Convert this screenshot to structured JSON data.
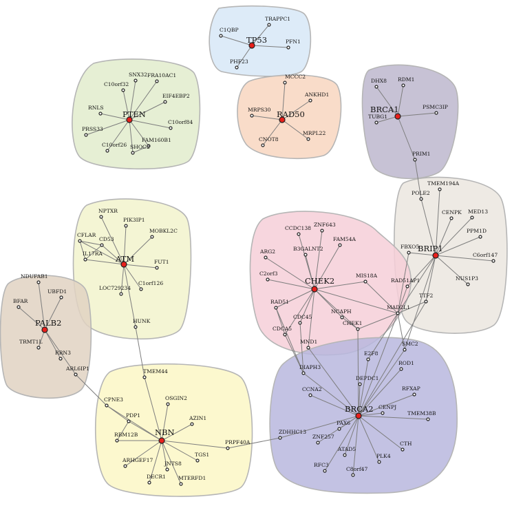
{
  "clusters": [
    {
      "id": "TP53",
      "color": "#d7e8f7"
    },
    {
      "id": "RAD50",
      "color": "#f8d6c0"
    },
    {
      "id": "BRCA1",
      "color": "#bdb7ce"
    },
    {
      "id": "PTEN",
      "color": "#e2eccc"
    },
    {
      "id": "ATM",
      "color": "#f2f3cd"
    },
    {
      "id": "CHEK2",
      "color": "#f6cfd8"
    },
    {
      "id": "BRIP1",
      "color": "#ebe6df"
    },
    {
      "id": "PALB2",
      "color": "#e1d2c2"
    },
    {
      "id": "NBN",
      "color": "#fbf7c6"
    },
    {
      "id": "BRCA2",
      "color": "#b8b7de"
    }
  ],
  "hubs": [
    "TP53",
    "RAD50",
    "BRCA1",
    "PTEN",
    "ATM",
    "CHEK2",
    "BRIP1",
    "PALB2",
    "NBN",
    "BRCA2"
  ],
  "nodes": {
    "TP53": "TP53",
    "C1QBP": "C1QBP",
    "TRAPPC1": "TRAPPC1",
    "PFN1": "PFN1",
    "PHF23": "PHF23",
    "RAD50": "RAD50",
    "MCCC2": "MCCC2",
    "ANKHD1": "ANKHD1",
    "MRPS30": "MRPS30",
    "CNOT8": "CNOT8",
    "MRPL22": "MRPL22",
    "BRCA1": "BRCA1",
    "DHX8": "DHX8",
    "RDM1": "RDM1",
    "PSMC3IP": "PSMC3IP",
    "TUBG1": "TUBG1",
    "PRIM1": "PRIM1",
    "PTEN": "PTEN",
    "SNX32": "SNX32",
    "FRA10AC1": "FRA10AC1",
    "C10orf32": "C10orf32",
    "EIF4EBP2": "EIF4EBP2",
    "RNLS": "RNLS",
    "C10orf84": "C10orf84",
    "PRSS33": "PRSS33",
    "FAM160B1": "FAM160B1",
    "C10orf26": "C10orf26",
    "SHOC2": "SHOC2",
    "ATM": "ATM",
    "NPTXR": "NPTXR",
    "PIK3IP1": "PIK3IP1",
    "CFLAR": "CFLAR",
    "CD53": "CD53",
    "MOBKL2C": "MOBKL2C",
    "IL17RA": "IL17RA",
    "FUT1": "FUT1",
    "LOC729234": "LOC729234",
    "C1orf126": "C1orf126",
    "HUNK": "HUNK",
    "PALB2": "PALB2",
    "NDUFAB1": "NDUFAB1",
    "UBFD1": "UBFD1",
    "BFAR": "BFAR",
    "TRMT1L": "TRMT1L",
    "RRN3": "RRN3",
    "ARL6IP1": "ARL6IP1",
    "CHEK2": "CHEK2",
    "CCDC138": "CCDC138",
    "ZNF643": "ZNF643",
    "FAM54A": "FAM54A",
    "ARG2": "ARG2",
    "B3GALNT2": "B3GALNT2",
    "C2orf3": "C2orf3",
    "MIS18A": "MIS18A",
    "RAD51": "RAD51",
    "CDC45": "CDC45",
    "NCAPH": "NCAPH",
    "CDCA5": "CDCA5",
    "MND1": "MND1",
    "CHEK1": "CHEK1",
    "BRIP1": "BRIP1",
    "TMEM194A": "TMEM194A",
    "POLE2": "POLE2",
    "CENPK": "CENPK",
    "MED13": "MED13",
    "PPM1D": "PPM1D",
    "FBXO5": "FBXO5",
    "C6orf147": "C6orf147",
    "RAD51AP1": "RAD51AP1",
    "NUS1P3": "NUS1P3",
    "TTF2": "TTF2",
    "MAD2L1": "MAD2L1",
    "BRCA2": "BRCA2",
    "E2F8": "E2F8",
    "SMC2": "SMC2",
    "DIAPH3": "DIAPH3",
    "ROD1": "ROD1",
    "DEPDC1": "DEPDC1",
    "CCNA2": "CCNA2",
    "RFXAP": "RFXAP",
    "CENPJ": "CENPJ",
    "TMEM38B": "TMEM38B",
    "ZDHHC13": "ZDHHC13",
    "PAX6": "PAX6",
    "ZNF257": "ZNF257",
    "CTH": "CTH",
    "ATAD5": "ATAD5",
    "PLK4": "PLK4",
    "RFC3": "RFC3",
    "C8orf47": "C8orf47",
    "NBN": "NBN",
    "TMEM44": "TMEM44",
    "CPNE3": "CPNE3",
    "OSGIN2": "OSGIN2",
    "PDP1": "PDP1",
    "AZIN1": "AZIN1",
    "RBM12B": "RBM12B",
    "PRPF40A": "PRPF40A",
    "ARHGEF17": "ARHGEF17",
    "TGS1": "TGS1",
    "JNTS8": "JNTS8",
    "DECR1": "DECR1",
    "MTERFD1": "MTERFD1"
  },
  "edges": [
    [
      "TP53",
      "C1QBP"
    ],
    [
      "TP53",
      "TRAPPC1"
    ],
    [
      "TP53",
      "PFN1"
    ],
    [
      "TP53",
      "PHF23"
    ],
    [
      "RAD50",
      "MCCC2"
    ],
    [
      "RAD50",
      "ANKHD1"
    ],
    [
      "RAD50",
      "MRPS30"
    ],
    [
      "RAD50",
      "CNOT8"
    ],
    [
      "RAD50",
      "MRPL22"
    ],
    [
      "BRCA1",
      "DHX8"
    ],
    [
      "BRCA1",
      "RDM1"
    ],
    [
      "BRCA1",
      "PSMC3IP"
    ],
    [
      "BRCA1",
      "TUBG1"
    ],
    [
      "BRCA1",
      "PRIM1"
    ],
    [
      "PTEN",
      "SNX32"
    ],
    [
      "PTEN",
      "FRA10AC1"
    ],
    [
      "PTEN",
      "C10orf32"
    ],
    [
      "PTEN",
      "EIF4EBP2"
    ],
    [
      "PTEN",
      "RNLS"
    ],
    [
      "PTEN",
      "C10orf84"
    ],
    [
      "PTEN",
      "PRSS33"
    ],
    [
      "PTEN",
      "FAM160B1"
    ],
    [
      "PTEN",
      "C10orf26"
    ],
    [
      "PTEN",
      "SHOC2"
    ],
    [
      "SHOC2",
      "FAM160B1"
    ],
    [
      "ATM",
      "NPTXR"
    ],
    [
      "ATM",
      "PIK3IP1"
    ],
    [
      "ATM",
      "CFLAR"
    ],
    [
      "ATM",
      "CD53"
    ],
    [
      "ATM",
      "MOBKL2C"
    ],
    [
      "ATM",
      "IL17RA"
    ],
    [
      "ATM",
      "FUT1"
    ],
    [
      "ATM",
      "LOC729234"
    ],
    [
      "ATM",
      "C1orf126"
    ],
    [
      "ATM",
      "HUNK"
    ],
    [
      "CFLAR",
      "CD53"
    ],
    [
      "CFLAR",
      "IL17RA"
    ],
    [
      "CD53",
      "IL17RA"
    ],
    [
      "PALB2",
      "NDUFAB1"
    ],
    [
      "PALB2",
      "UBFD1"
    ],
    [
      "PALB2",
      "BFAR"
    ],
    [
      "PALB2",
      "TRMT1L"
    ],
    [
      "PALB2",
      "RRN3"
    ],
    [
      "PALB2",
      "ARL6IP1"
    ],
    [
      "CHEK2",
      "CCDC138"
    ],
    [
      "CHEK2",
      "ZNF643"
    ],
    [
      "CHEK2",
      "FAM54A"
    ],
    [
      "CHEK2",
      "ARG2"
    ],
    [
      "CHEK2",
      "B3GALNT2"
    ],
    [
      "CHEK2",
      "C2orf3"
    ],
    [
      "CHEK2",
      "MIS18A"
    ],
    [
      "CHEK2",
      "RAD51"
    ],
    [
      "CHEK2",
      "CDC45"
    ],
    [
      "CHEK2",
      "NCAPH"
    ],
    [
      "CHEK2",
      "CDCA5"
    ],
    [
      "CHEK2",
      "MND1"
    ],
    [
      "CHEK2",
      "CHEK1"
    ],
    [
      "CHEK2",
      "MAD2L1"
    ],
    [
      "RAD51",
      "CDCA5"
    ],
    [
      "RAD51",
      "DIAPH3"
    ],
    [
      "CDC45",
      "DIAPH3"
    ],
    [
      "CDCA5",
      "DIAPH3"
    ],
    [
      "NCAPH",
      "CHEK1"
    ],
    [
      "BRIP1",
      "TMEM194A"
    ],
    [
      "BRIP1",
      "POLE2"
    ],
    [
      "BRIP1",
      "CENPK"
    ],
    [
      "BRIP1",
      "MED13"
    ],
    [
      "BRIP1",
      "PPM1D"
    ],
    [
      "BRIP1",
      "FBXO5"
    ],
    [
      "BRIP1",
      "C6orf147"
    ],
    [
      "BRIP1",
      "RAD51AP1"
    ],
    [
      "BRIP1",
      "NUS1P3"
    ],
    [
      "BRIP1",
      "TTF2"
    ],
    [
      "BRIP1",
      "MAD2L1"
    ],
    [
      "BRIP1",
      "SMC2"
    ],
    [
      "MAD2L1",
      "RAD51AP1"
    ],
    [
      "MAD2L1",
      "TTF2"
    ],
    [
      "MAD2L1",
      "CHEK1"
    ],
    [
      "MAD2L1",
      "MIS18A"
    ],
    [
      "MAD2L1",
      "SMC2"
    ],
    [
      "MAD2L1",
      "BRCA2"
    ],
    [
      "MAD2L1",
      "E2F8"
    ],
    [
      "MAD2L1",
      "FBXO5"
    ],
    [
      "PRIM1",
      "POLE2"
    ],
    [
      "BRCA2",
      "E2F8"
    ],
    [
      "BRCA2",
      "SMC2"
    ],
    [
      "BRCA2",
      "DIAPH3"
    ],
    [
      "BRCA2",
      "ROD1"
    ],
    [
      "BRCA2",
      "DEPDC1"
    ],
    [
      "BRCA2",
      "CCNA2"
    ],
    [
      "BRCA2",
      "RFXAP"
    ],
    [
      "BRCA2",
      "CENPJ"
    ],
    [
      "BRCA2",
      "TMEM38B"
    ],
    [
      "BRCA2",
      "ZDHHC13"
    ],
    [
      "BRCA2",
      "PAX6"
    ],
    [
      "BRCA2",
      "ZNF257"
    ],
    [
      "BRCA2",
      "CTH"
    ],
    [
      "BRCA2",
      "ATAD5"
    ],
    [
      "BRCA2",
      "PLK4"
    ],
    [
      "BRCA2",
      "RFC3"
    ],
    [
      "BRCA2",
      "C8orf47"
    ],
    [
      "BRCA2",
      "CHEK1"
    ],
    [
      "BRCA2",
      "MND1"
    ],
    [
      "BRCA2",
      "TTF2"
    ],
    [
      "NBN",
      "TMEM44"
    ],
    [
      "NBN",
      "CPNE3"
    ],
    [
      "NBN",
      "OSGIN2"
    ],
    [
      "NBN",
      "PDP1"
    ],
    [
      "NBN",
      "AZIN1"
    ],
    [
      "NBN",
      "RBM12B"
    ],
    [
      "NBN",
      "PRPF40A"
    ],
    [
      "NBN",
      "ARHGEF17"
    ],
    [
      "NBN",
      "TGS1"
    ],
    [
      "NBN",
      "JNTS8"
    ],
    [
      "NBN",
      "DECR1"
    ],
    [
      "NBN",
      "MTERFD1"
    ],
    [
      "CPNE3",
      "PDP1"
    ],
    [
      "PDP1",
      "RBM12B"
    ],
    [
      "HUNK",
      "TMEM44"
    ],
    [
      "ARL6IP1",
      "CPNE3"
    ],
    [
      "PRPF40A",
      "ZDHHC13"
    ]
  ]
}
